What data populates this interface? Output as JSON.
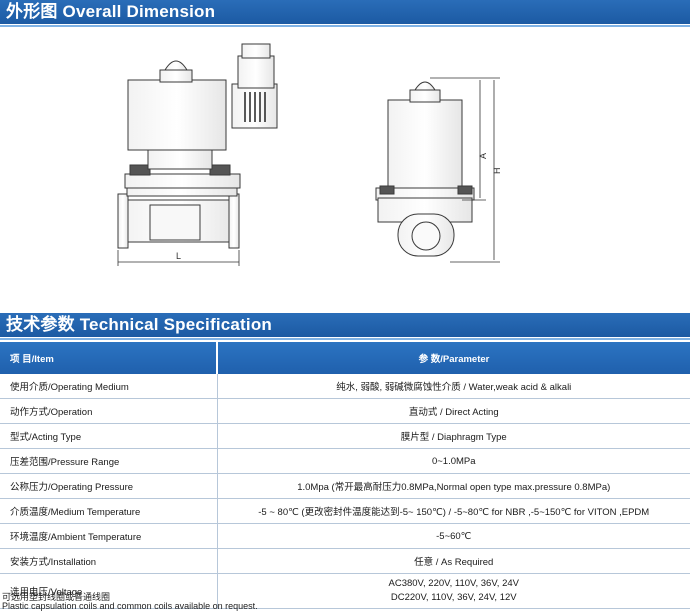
{
  "section1": {
    "title": "外形图 Overall Dimension"
  },
  "section2": {
    "title": "技术参数 Technical Specification"
  },
  "drawing": {
    "label_l": "L",
    "label_a": "A",
    "label_h": "H"
  },
  "table": {
    "headers": [
      "项 目/Item",
      "参 数/Parameter"
    ],
    "rows": [
      {
        "item": "使用介质/Operating Medium",
        "param": "纯水, 弱酸, 弱碱微腐蚀性介质 / Water,weak acid & alkali"
      },
      {
        "item": "动作方式/Operation",
        "param": "直动式  /  Direct Acting"
      },
      {
        "item": "型式/Acting Type",
        "param": "膜片型  /  Diaphragm Type"
      },
      {
        "item": "压差范围/Pressure Range",
        "param": "0~1.0MPa"
      },
      {
        "item": "公称压力/Operating Pressure",
        "param": "1.0Mpa (常开最高耐压力0.8MPa,Normal open type max.pressure 0.8MPa)"
      },
      {
        "item": "介质温度/Medium Temperature",
        "param": "-5 ~ 80℃ (更改密封件温度能达到-5~ 150℃)  / -5~80℃  for NBR ,-5~150℃  for VITON ,EPDM"
      },
      {
        "item": "环境温度/Ambient Temperature",
        "param": "-5~60℃"
      },
      {
        "item": "安装方式/Installation",
        "param": "任意  /  As Required"
      },
      {
        "item": "选用电压/Voltage",
        "param_lines": [
          "AC380V, 220V, 110V, 36V, 24V",
          "DC220V, 110V, 36V, 24V, 12V"
        ]
      }
    ]
  },
  "footnote": {
    "cn": "可选用塑封线圈或普通线圈",
    "en": "Plastic capsulation coils and common coils available on request."
  }
}
